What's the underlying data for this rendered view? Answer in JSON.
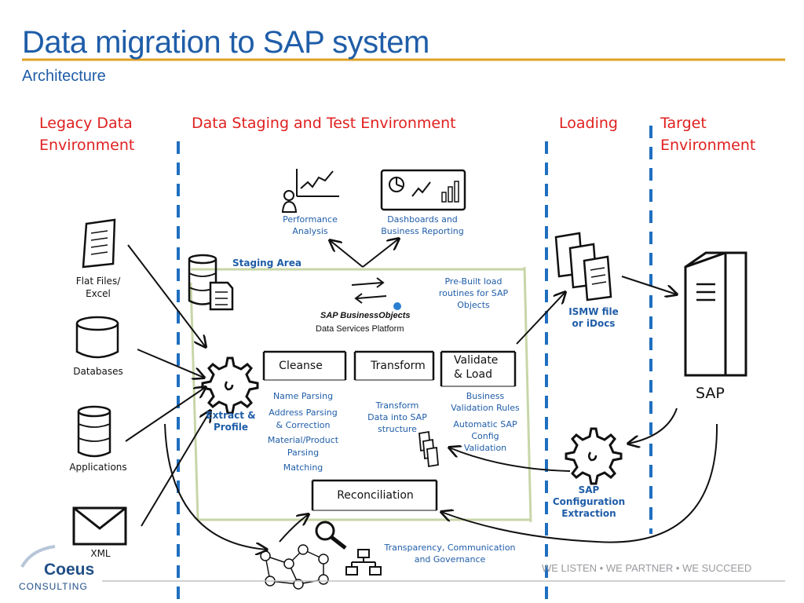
{
  "header": {
    "title": "Data migration to SAP system",
    "subtitle": "Architecture"
  },
  "zones": {
    "legacy": [
      "Legacy Data",
      "Environment"
    ],
    "staging": "Data Staging and Test Environment",
    "loading": "Loading",
    "target": [
      "Target",
      "Environment"
    ]
  },
  "sources": {
    "flat_files": [
      "Flat Files/",
      "Excel"
    ],
    "databases": "Databases",
    "applications": "Applications",
    "xml": "XML"
  },
  "reporting": {
    "performance": [
      "Performance",
      "Analysis"
    ],
    "dashboards": [
      "Dashboards and",
      "Business Reporting"
    ]
  },
  "staging": {
    "area": "Staging Area",
    "sap_bo_logo": "SAP BusinessObjects",
    "platform": "Data Services Platform",
    "prebuilt": [
      "Pre-Built load",
      "routines for SAP",
      "Objects"
    ]
  },
  "process": {
    "extract": [
      "Extract &",
      "Profile"
    ],
    "cleanse": "Cleanse",
    "transform": "Transform",
    "validate": [
      "Validate",
      "& Load"
    ],
    "cleanse_items": [
      "Name Parsing",
      "Address Parsing",
      "& Correction",
      "Material/Product",
      "Parsing",
      "Matching"
    ],
    "transform_items": [
      "Transform",
      "Data into SAP",
      "structure"
    ],
    "validate_items": [
      "Business",
      "Validation Rules",
      "Automatic SAP",
      "Config",
      "Validation"
    ],
    "reconciliation": "Reconciliation",
    "governance": [
      "Transparency, Communication",
      "and Governance"
    ]
  },
  "loading": {
    "ismw": [
      "ISMW file",
      "or iDocs"
    ],
    "config": [
      "SAP",
      "Configuration",
      "Extraction"
    ]
  },
  "target": {
    "sap": "SAP"
  },
  "footer": {
    "tagline": "WE LISTEN  •  WE PARTNER  •  WE SUCCEED",
    "logo": "Coeus",
    "logo_sub": "CONSULTING"
  },
  "colors": {
    "title": "#1f5da8",
    "zone": "#e02020",
    "divider": "#1f6fc0",
    "rule": "#e0a020",
    "panel": "#c8d6a8"
  }
}
